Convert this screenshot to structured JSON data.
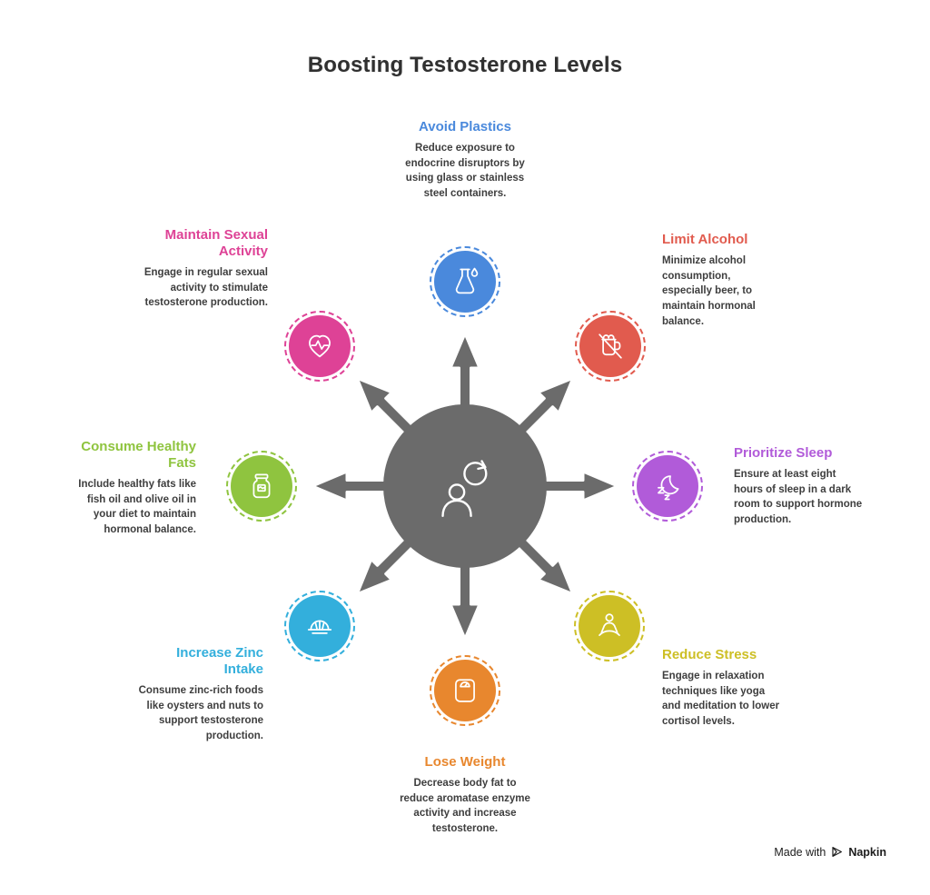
{
  "title": "Boosting Testosterone Levels",
  "items": [
    {
      "title": "Avoid Plastics",
      "description": "Reduce exposure to endocrine disruptors by using glass or stainless steel containers.",
      "color": "#4A89DC",
      "icon": "flask-droplet-icon"
    },
    {
      "title": "Limit Alcohol",
      "description": "Minimize alcohol consumption, especially beer, to maintain hormonal balance.",
      "color": "#E15B4E",
      "icon": "no-beer-icon"
    },
    {
      "title": "Prioritize Sleep",
      "description": "Ensure at least eight hours of sleep in a dark room to support hormone production.",
      "color": "#B15BD9",
      "icon": "moon-sleep-icon"
    },
    {
      "title": "Reduce Stress",
      "description": "Engage in relaxation techniques like yoga and meditation to lower cortisol levels.",
      "color": "#CDBF25",
      "icon": "meditation-icon"
    },
    {
      "title": "Lose Weight",
      "description": "Decrease body fat to reduce aromatase enzyme activity and increase testosterone.",
      "color": "#E8872E",
      "icon": "scale-icon"
    },
    {
      "title": "Increase Zinc Intake",
      "description": "Consume zinc-rich foods like oysters and nuts to support testosterone production.",
      "color": "#33AFDC",
      "icon": "oyster-dish-icon"
    },
    {
      "title": "Consume Healthy Fats",
      "description": "Include healthy fats like fish oil and olive oil in your diet to maintain hormonal balance.",
      "color": "#8FC43F",
      "icon": "oil-jar-icon"
    },
    {
      "title": "Maintain Sexual Activity",
      "description": "Engage in regular sexual activity to stimulate testosterone production.",
      "color": "#DE4296",
      "icon": "heart-pulse-icon"
    }
  ],
  "hub": {
    "color": "#6B6B6B",
    "arrow_color": "#6B6B6B",
    "icon": "person-cycle-icon"
  },
  "footer": {
    "made_with": "Made with",
    "brand": "Napkin",
    "icon": "napkin-logo-icon"
  }
}
